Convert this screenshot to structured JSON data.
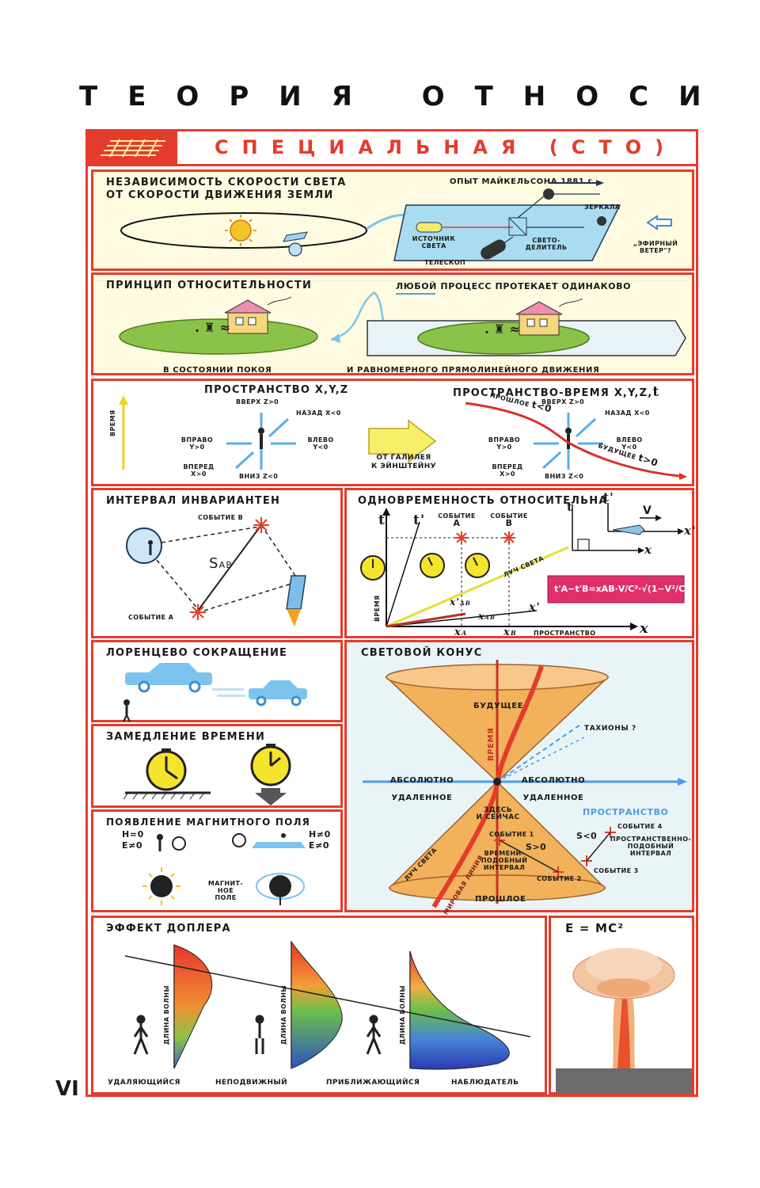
{
  "page_title": "ТЕОРИЯ ОТНОСИ",
  "page_number": "VI",
  "banner": {
    "title": "СПЕЦИАЛЬНАЯ (СТО)"
  },
  "michelson": {
    "heading_line1": "НЕЗАВИСИМОСТЬ СКОРОСТИ СВЕТА",
    "heading_line2": "ОТ СКОРОСТИ ДВИЖЕНИЯ ЗЕМЛИ",
    "experiment": "ОПЫТ МАЙКЕЛЬСОНА 1881 г.",
    "mirrors": "ЗЕРКАЛА",
    "source_line1": "ИСТОЧНИК",
    "source_line2": "СВЕТА",
    "splitter_line1": "СВЕТО-",
    "splitter_line2": "ДЕЛИТЕЛЬ",
    "telescope": "ТЕЛЕСКОП",
    "ether_line1": "„ЭФИРНЫЙ",
    "ether_line2": "ВЕТЕР\"?"
  },
  "relativity": {
    "heading": "ПРИНЦИП ОТНОСИТЕЛЬНОСТИ",
    "any_process": "ЛЮБОЙ ПРОЦЕСС ПРОТЕКАЕТ ОДИНАКОВО",
    "rest": "В СОСТОЯНИИ ПОКОЯ",
    "motion": "И РАВНОМЕРНОГО ПРЯМОЛИНЕЙНОГО ДВИЖЕНИЯ"
  },
  "spacetime": {
    "time_axis": "ВРЕМЯ",
    "space_title": "ПРОСТРАНСТВО X,Y,Z",
    "st_title": "ПРОСТРАНСТВО-ВРЕМЯ X,Y,Z,",
    "st_t": "t",
    "up": "ВВЕРХ Z>0",
    "back": "НАЗАД X<0",
    "right_line1": "ВПРАВО",
    "right_line2": "Y>0",
    "left_line1": "ВЛЕВО",
    "left_line2": "Y<0",
    "forward_line1": "ВПЕРЕД",
    "forward_line2": "X>0",
    "down": "ВНИЗ Z<0",
    "galileo_line1": "ОТ ГАЛИЛЕЯ",
    "galileo_line2": "К ЭЙНШТЕЙНУ",
    "past": "ПРОШЛОЕ",
    "past_t": "t<0",
    "future": "БУДУЩЕЕ",
    "future_t": "t>0"
  },
  "interval": {
    "heading": "ИНТЕРВАЛ ИНВАРИАНТЕН",
    "event_b": "СОБЫТИЕ B",
    "event_a": "СОБЫТИЕ A",
    "s_label": "S",
    "s_sub": "AB"
  },
  "simultaneity": {
    "heading": "ОДНОВРЕМЕННОСТЬ ОТНОСИТЕЛЬНА",
    "event_a_line1": "СОБЫТИЕ",
    "event_a_line2": "A",
    "event_b_line1": "СОБЫТИЕ",
    "event_b_line2": "B",
    "light_ray": "ЛУЧ СВЕТА",
    "time_axis": "ВРЕМЯ",
    "space_axis": "ПРОСТРАНСТВО",
    "t": "t",
    "t_prime": "t'",
    "x": "x",
    "x_prime": "x'",
    "xa": "x",
    "xa_sub": "A",
    "xb": "x",
    "xb_sub": "B",
    "xab_prime": "x'",
    "xab_prime_sub": "AB",
    "xab": "x",
    "xab_sub": "AB",
    "v": "V",
    "formula": "t'A−t'B=xAB·V/C²·√(1−V²/C²)"
  },
  "lorentz": {
    "heading": "ЛОРЕНЦЕВО СОКРАЩЕНИЕ"
  },
  "dilation": {
    "heading": "ЗАМЕДЛЕНИЕ ВРЕМЕНИ"
  },
  "magnetic": {
    "heading": "ПОЯВЛЕНИЕ МАГНИТНОГО ПОЛЯ",
    "h0": "H=0",
    "e_ne0": "E≠0",
    "h_ne0": "H≠0",
    "e_ne0_right": "E≠0",
    "field_line1": "МАГНИТ-",
    "field_line2": "НОЕ",
    "field_line3": "ПОЛЕ"
  },
  "cone": {
    "heading": "СВЕТОВОЙ КОНУС",
    "future": "БУДУЩЕЕ",
    "time": "ВРЕМЯ",
    "tachyons": "ТАХИОНЫ ?",
    "abs_left_line1": "АБСОЛЮТНО",
    "abs_left_line2": "УДАЛЕННОЕ",
    "abs_right_line1": "АБСОЛЮТНО",
    "abs_right_line2": "УДАЛЕННОЕ",
    "here_line1": "ЗДЕСЬ",
    "here_line2": "И СЕЙЧАС",
    "space": "ПРОСТРАНСТВО",
    "event1": "СОБЫТИЕ 1",
    "s12": "S",
    "s12_rel": ">0",
    "s34": "S",
    "s34_rel": "<0",
    "event4": "СОБЫТИЕ 4",
    "spacelike_line1": "ПРОСТРАНСТВЕННО-",
    "spacelike_line2": "ПОДОБНЫЙ",
    "spacelike_line3": "ИНТЕРВАЛ",
    "event3": "СОБЫТИЕ 3",
    "timelike_line1": "ВРЕМЕНИ-",
    "timelike_line2": "ПОДОБНЫЙ",
    "timelike_line3": "ИНТЕРВАЛ",
    "event2": "СОБЫТИЕ 2",
    "light_ray": "ЛУЧ СВЕТА",
    "world_line": "МИРОВАЯ ЛИНИЯ",
    "past": "ПРОШЛОЕ"
  },
  "doppler": {
    "heading": "ЭФФЕКТ ДОПЛЕРА",
    "wavelength": "ДЛИНА ВОЛНЫ",
    "receding": "УДАЛЯЮЩИЙСЯ",
    "stationary": "НЕПОДВИЖНЫЙ",
    "approaching": "ПРИБЛИЖАЮЩИЙСЯ",
    "observer": "НАБЛЮДАТЕЛЬ"
  },
  "energy": {
    "formula": "E = MC²"
  },
  "colors": {
    "frame": "#e43c2c",
    "panel_yellow": "#fff6b0",
    "accent_blue": "#3f8fe0",
    "cone": "#f1b25b"
  }
}
